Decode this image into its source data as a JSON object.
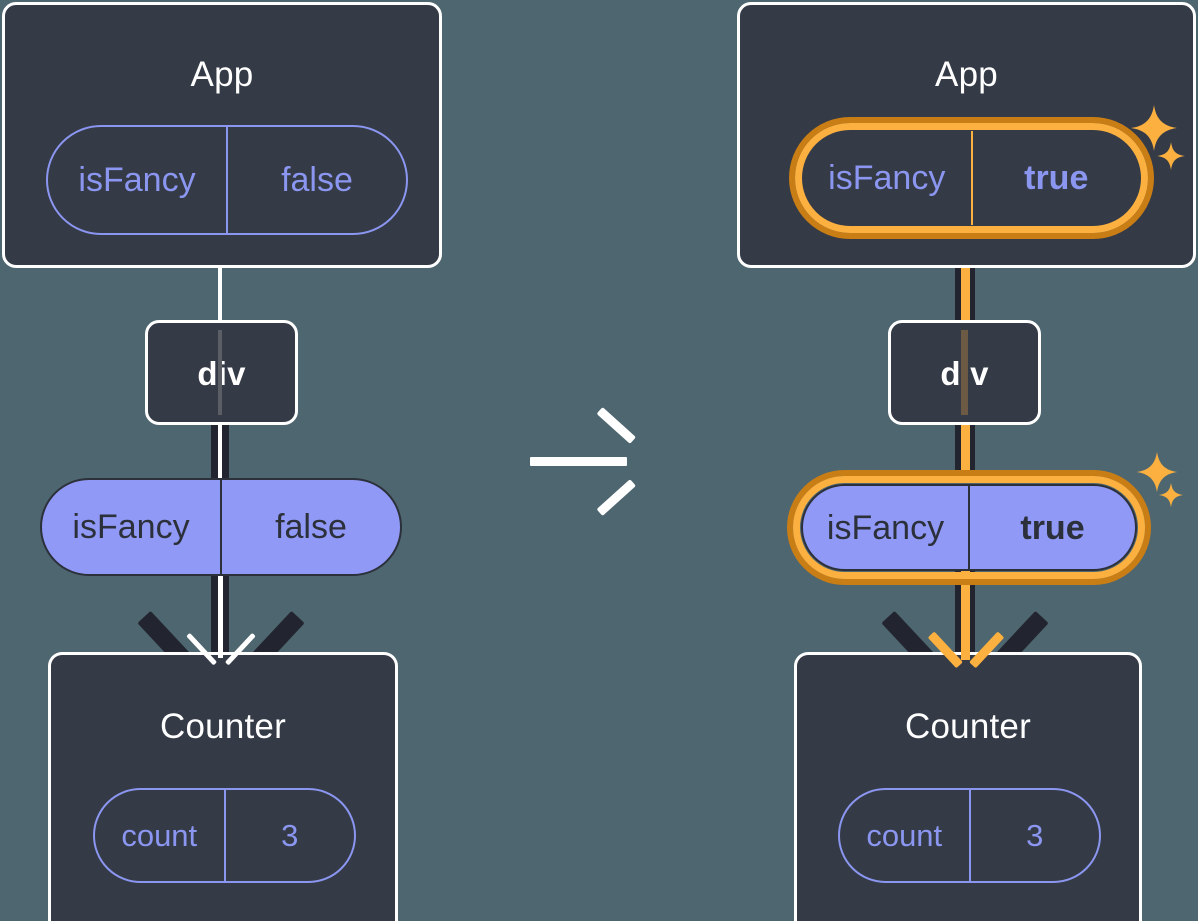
{
  "diagram": {
    "title": "react-state-propagation-diagram",
    "background_color": "#4e666f",
    "colors": {
      "box_fill": "#343a46",
      "box_border": "#ffffff",
      "pill_purple_fill": "#9099f5",
      "pill_text_purple": "#8b96f0",
      "pill_text_dark": "#2b303b",
      "highlight_orange_light": "#fbb040",
      "highlight_orange_dark": "#c97d15",
      "connector_dark": "#22252f",
      "connector_white": "#ffffff"
    },
    "transition_arrow": "arrow-right"
  },
  "before": {
    "app": {
      "title": "App",
      "state": {
        "name": "isFancy",
        "value": "false",
        "highlighted": false
      }
    },
    "div": {
      "label": "div"
    },
    "prop": {
      "name": "isFancy",
      "value": "false",
      "highlighted": false
    },
    "counter": {
      "title": "Counter",
      "state": {
        "name": "count",
        "value": "3",
        "highlighted": false
      }
    }
  },
  "after": {
    "app": {
      "title": "App",
      "state": {
        "name": "isFancy",
        "value": "true",
        "highlighted": true
      }
    },
    "div": {
      "label": "div"
    },
    "prop": {
      "name": "isFancy",
      "value": "true",
      "highlighted": true
    },
    "counter": {
      "title": "Counter",
      "state": {
        "name": "count",
        "value": "3",
        "highlighted": false
      }
    },
    "sparkle_icons": [
      "sparkle-large",
      "sparkle-small"
    ]
  }
}
